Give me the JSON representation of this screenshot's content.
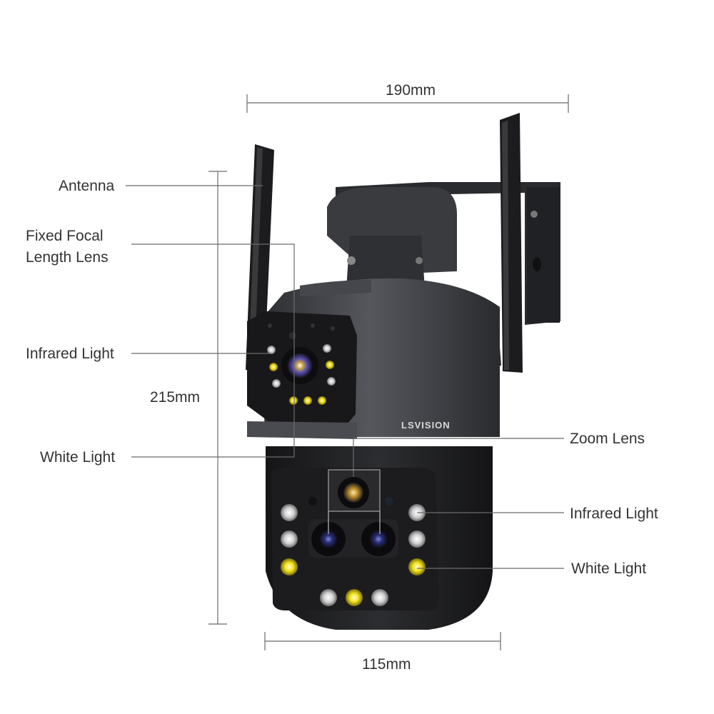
{
  "dimensions": {
    "width": "190mm",
    "height": "215mm",
    "depth": "115mm"
  },
  "brand": "LSVISION",
  "callouts": {
    "antenna": "Antenna",
    "fixed_focal_line1": "Fixed Focal",
    "fixed_focal_line2": "Length Lens",
    "infrared_left": "Infrared Light",
    "white_left": "White Light",
    "zoom_lens": "Zoom Lens",
    "infrared_right": "Infrared Light",
    "white_right": "White Light"
  },
  "colors": {
    "line": "#6b6b6b",
    "text": "#333333",
    "body_dark": "#1b1b1d",
    "body_grey": "#3c3d41",
    "white_led": "#f2e21c",
    "ir_led": "#d9d9d9"
  }
}
